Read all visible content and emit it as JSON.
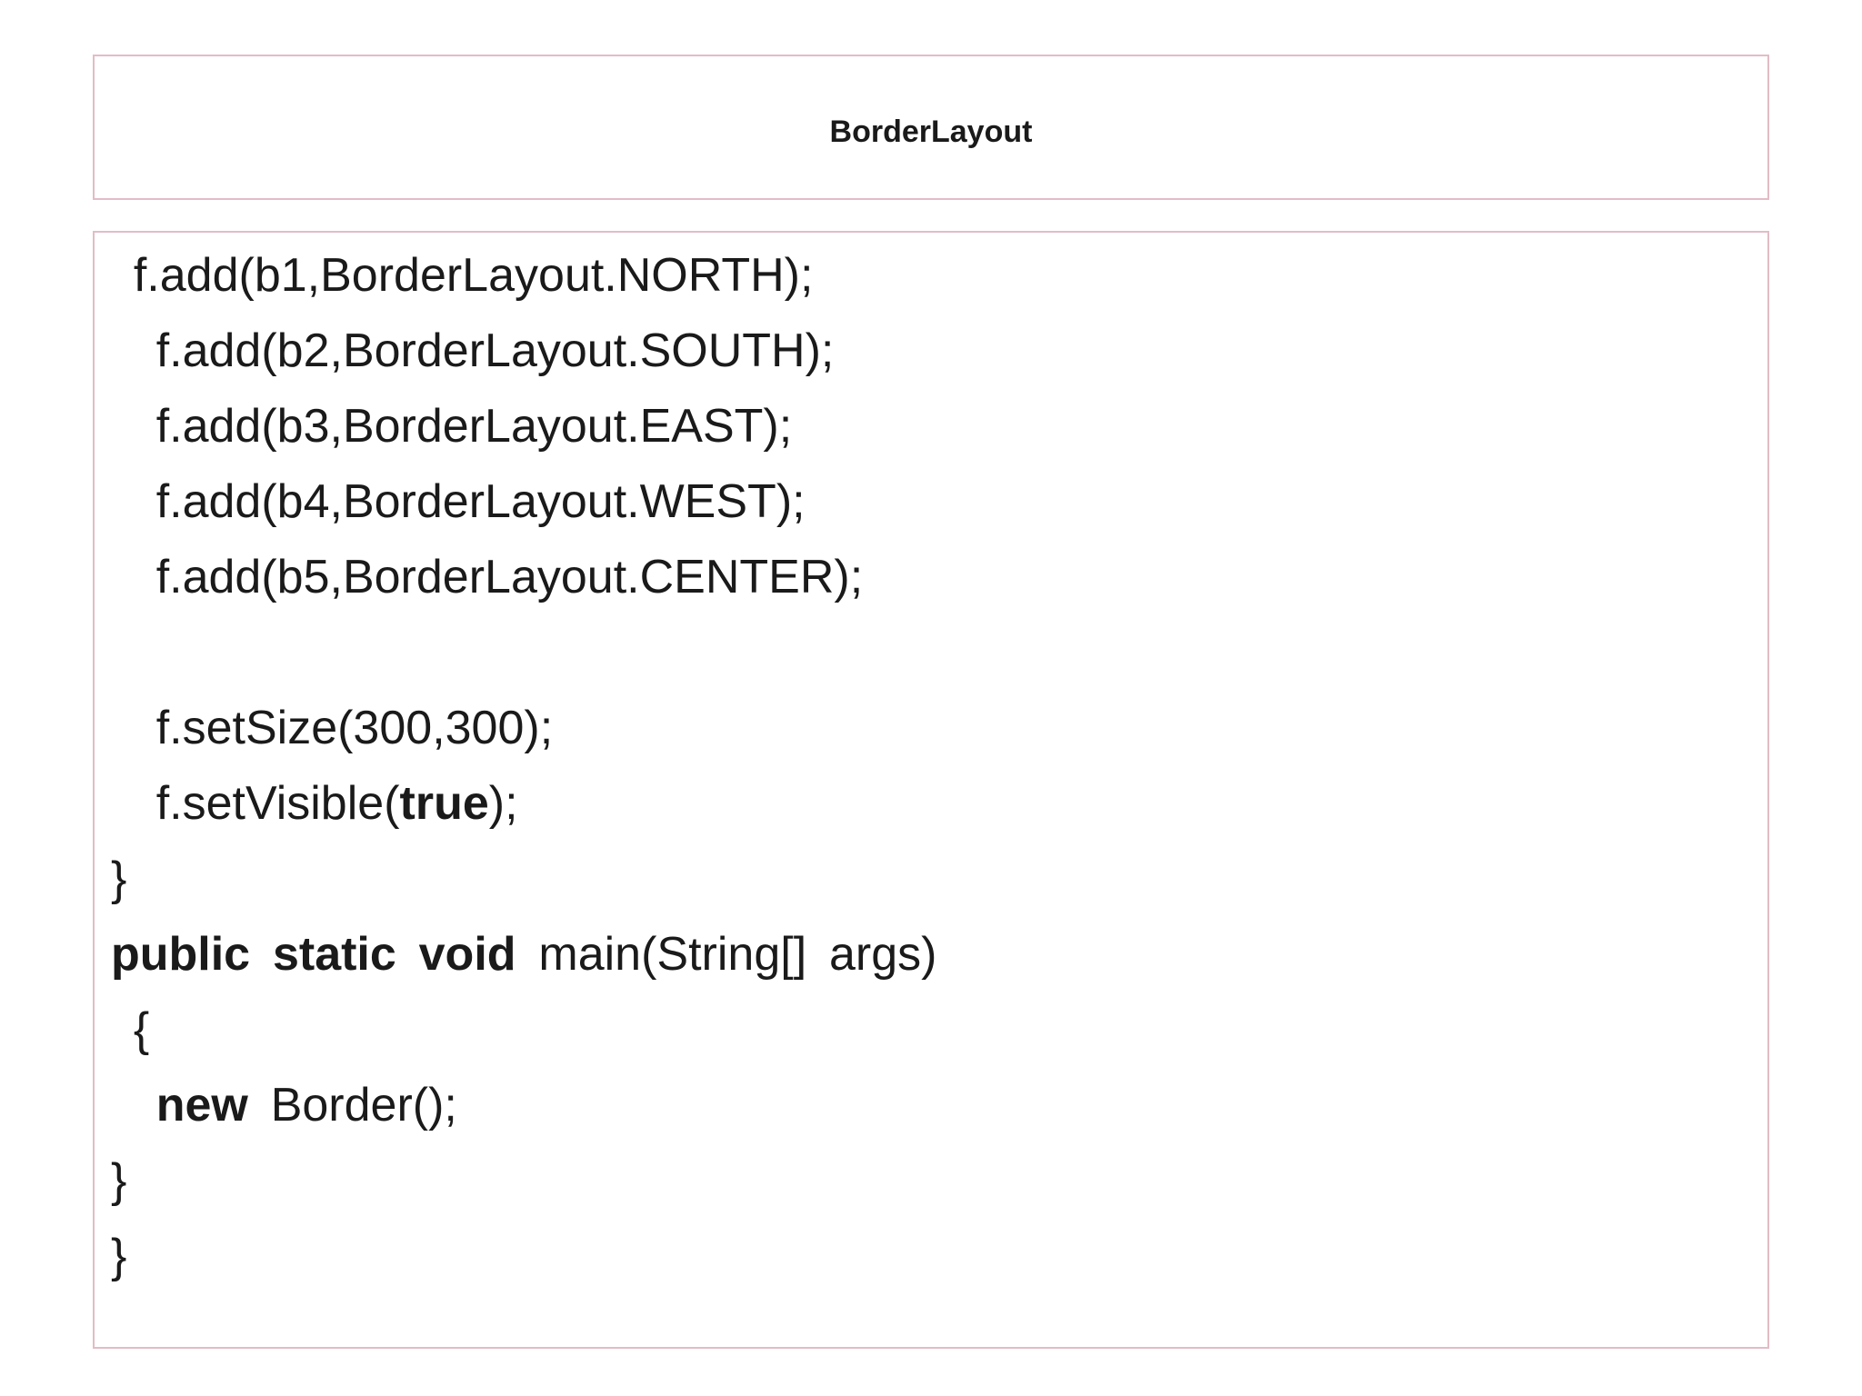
{
  "slide": {
    "background": "#ffffff",
    "border_color": "#e3bcc6",
    "text_color": "#1a1a1a"
  },
  "title_box": {
    "title": "BorderLayout"
  },
  "code_box": {
    "lines": [
      {
        "segments": [
          {
            "text": " f.add(b1,BorderLayout.NORTH);",
            "bold": false
          }
        ]
      },
      {
        "segments": [
          {
            "text": "  f.add(b2,BorderLayout.SOUTH);",
            "bold": false
          }
        ]
      },
      {
        "segments": [
          {
            "text": "  f.add(b3,BorderLayout.EAST);",
            "bold": false
          }
        ]
      },
      {
        "segments": [
          {
            "text": "  f.add(b4,BorderLayout.WEST);",
            "bold": false
          }
        ]
      },
      {
        "segments": [
          {
            "text": "  f.add(b5,BorderLayout.CENTER);",
            "bold": false
          }
        ]
      },
      {
        "segments": [
          {
            "text": "",
            "bold": false
          }
        ]
      },
      {
        "segments": [
          {
            "text": "  f.setSize(300,300);",
            "bold": false
          }
        ]
      },
      {
        "segments": [
          {
            "text": "  f.setVisible(",
            "bold": false
          },
          {
            "text": "true",
            "bold": true
          },
          {
            "text": ");",
            "bold": false
          }
        ]
      },
      {
        "segments": [
          {
            "text": "}",
            "bold": false
          }
        ]
      },
      {
        "segments": [
          {
            "text": "public static void",
            "bold": true
          },
          {
            "text": " main(String[] args)",
            "bold": false
          }
        ]
      },
      {
        "segments": [
          {
            "text": " {",
            "bold": false
          }
        ]
      },
      {
        "segments": [
          {
            "text": "  ",
            "bold": false
          },
          {
            "text": "new",
            "bold": true
          },
          {
            "text": " Border();",
            "bold": false
          }
        ]
      },
      {
        "segments": [
          {
            "text": "}",
            "bold": false
          }
        ]
      },
      {
        "segments": [
          {
            "text": "}",
            "bold": false
          }
        ]
      }
    ]
  }
}
